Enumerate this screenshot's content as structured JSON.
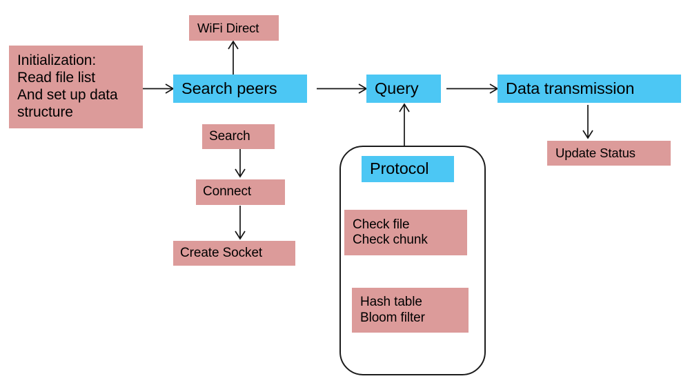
{
  "diagram": {
    "title": "WiFi Direct file sharing flow diagram",
    "colors": {
      "pink": "#dc9b9a",
      "cyan": "#4cc7f4",
      "stroke": "#131313",
      "background": "#ffffff"
    },
    "nodes": {
      "initialization": "Initialization:\nRead file list\nAnd set up data\nstructure",
      "wifi_direct": "WiFi Direct",
      "search_peers": "Search peers",
      "query": "Query",
      "data_transmission": "Data transmission",
      "update_status": "Update Status",
      "search": "Search",
      "connect": "Connect",
      "create_socket": "Create Socket",
      "protocol": "Protocol",
      "check_file_chunk": "Check file\nCheck chunk",
      "hash_bloom": "Hash table\nBloom filter"
    },
    "edges": [
      {
        "name": "initialization-to-search-peers",
        "from": "initialization",
        "to": "search_peers",
        "direction": "right"
      },
      {
        "name": "search-peers-to-wifi-direct",
        "from": "search_peers",
        "to": "wifi_direct",
        "direction": "up"
      },
      {
        "name": "search-peers-to-query",
        "from": "search_peers",
        "to": "query",
        "direction": "right"
      },
      {
        "name": "query-to-data-transmission",
        "from": "query",
        "to": "data_transmission",
        "direction": "right"
      },
      {
        "name": "data-transmission-to-update-status",
        "from": "data_transmission",
        "to": "update_status",
        "direction": "down"
      },
      {
        "name": "search-to-connect",
        "from": "search",
        "to": "connect",
        "direction": "down"
      },
      {
        "name": "connect-to-create-socket",
        "from": "connect",
        "to": "create_socket",
        "direction": "down"
      },
      {
        "name": "protocol-group-to-query",
        "from": "protocol_group",
        "to": "query",
        "direction": "up"
      }
    ]
  }
}
